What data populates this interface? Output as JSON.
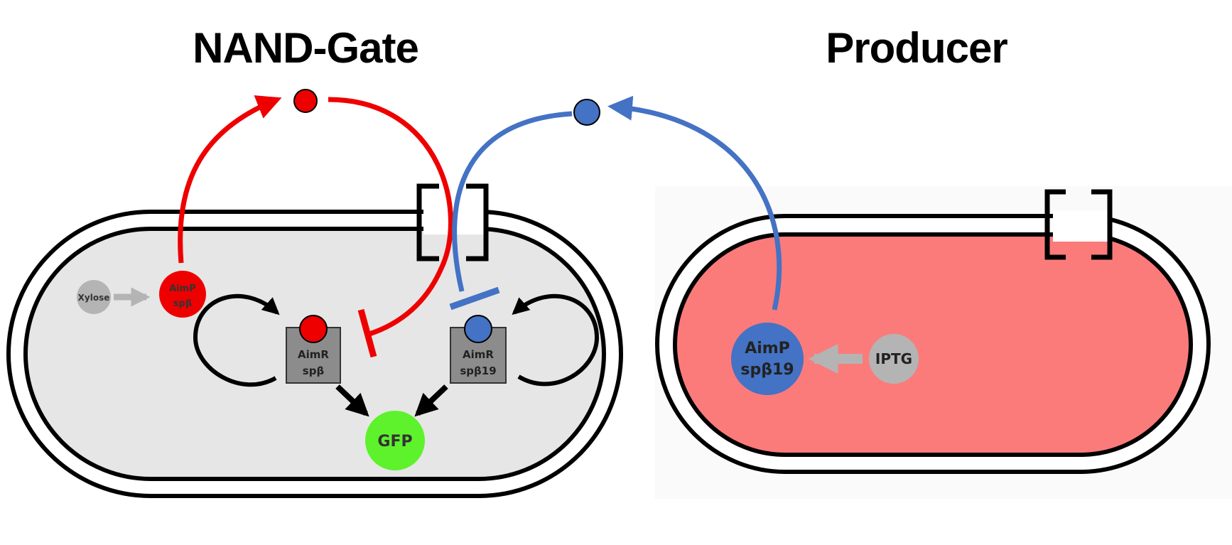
{
  "titles": {
    "nand_gate": "NAND-Gate",
    "producer": "Producer"
  },
  "nand_cell": {
    "inducer": "Xylose",
    "aimp": {
      "line1": "AimP",
      "line2": "spβ"
    },
    "aimr_left": {
      "line1": "AimR",
      "line2": "spβ"
    },
    "aimr_right": {
      "line1": "AimR",
      "line2": "spβ19"
    },
    "reporter": "GFP"
  },
  "producer_cell": {
    "aimp": {
      "line1": "AimP",
      "line2": "spβ19"
    },
    "inducer": "IPTG"
  },
  "colors": {
    "red_signal": "#ee0000",
    "blue_signal": "#4472c4",
    "gfp_green": "#5ef22c",
    "nand_cytoplasm": "#e6e6e6",
    "producer_cytoplasm": "#fb7b7b",
    "inducer_grey": "#b4b4b4",
    "receptor_grey": "#8c8c8c"
  }
}
